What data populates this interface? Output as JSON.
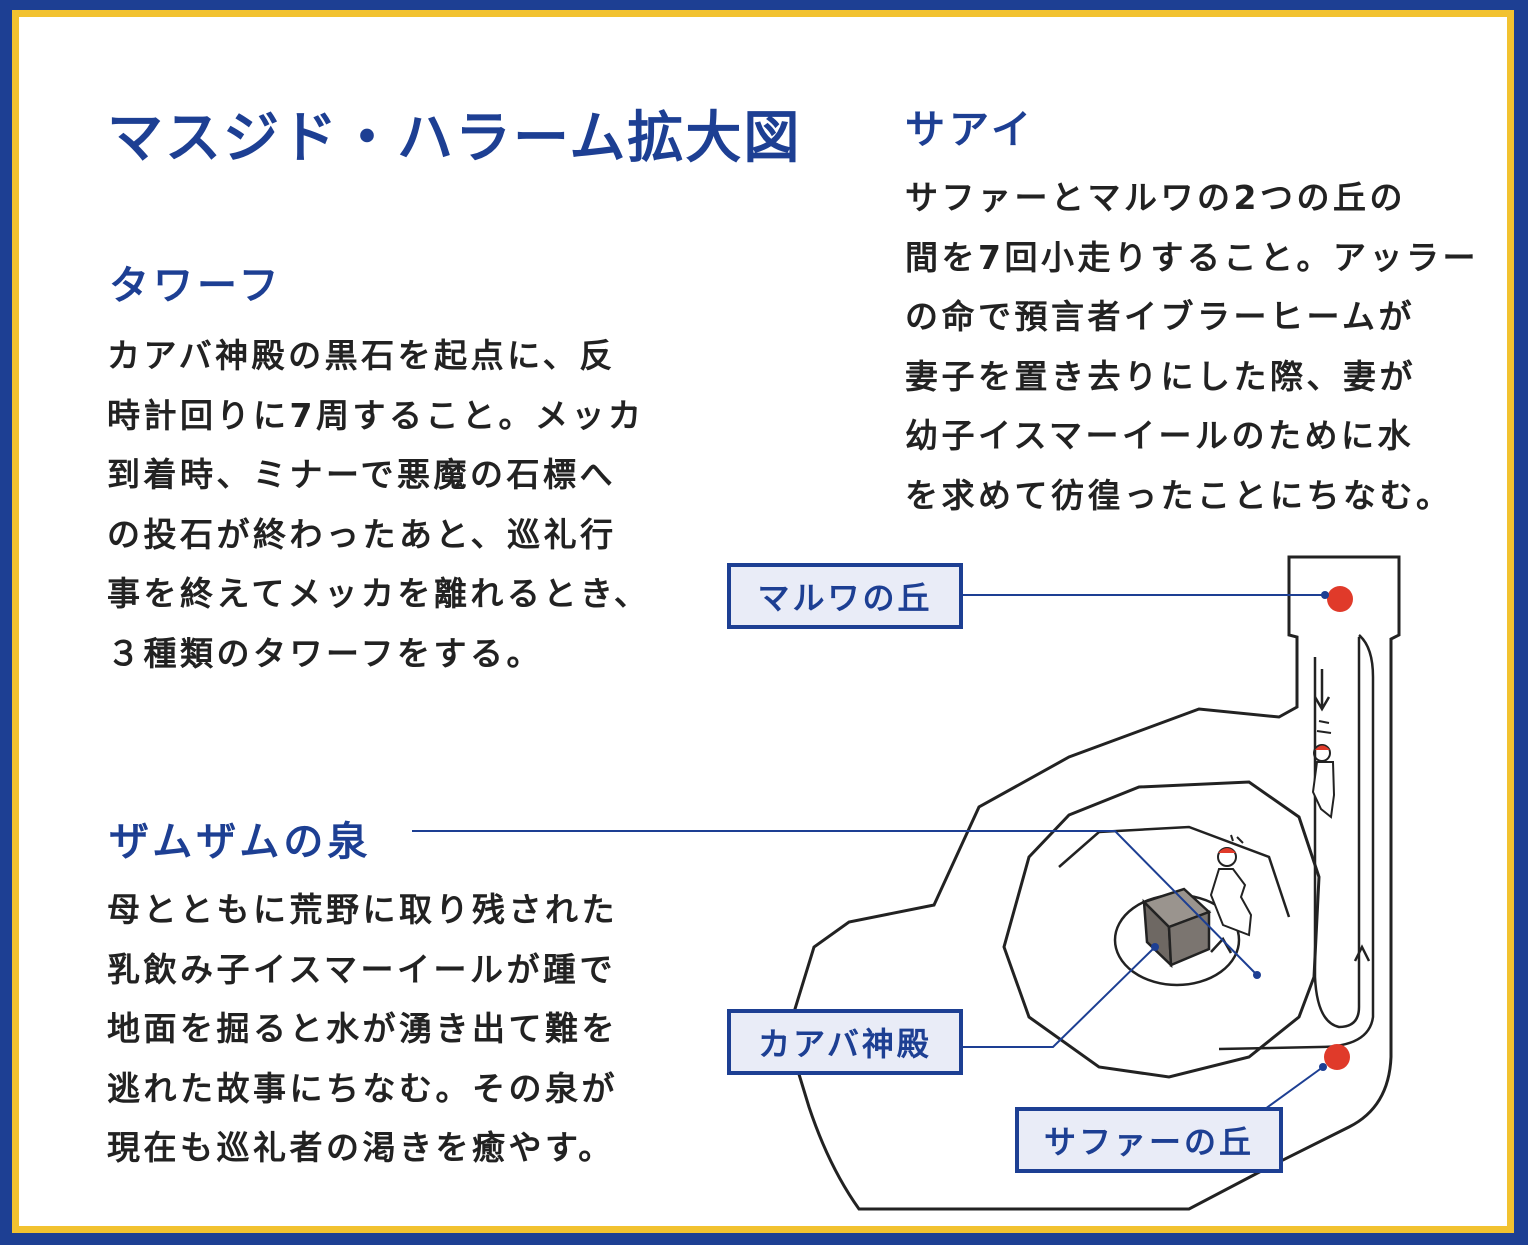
{
  "title": "マスジド・ハラーム拡大図",
  "tawaf": {
    "heading": "タワーフ",
    "lines": [
      "カアバ神殿の黒石を起点に、反",
      "時計回りに7周すること。メッカ",
      "到着時、ミナーで悪魔の石標へ",
      "の投石が終わったあと、巡礼行",
      "事を終えてメッカを離れるとき、",
      "３種類のタワーフをする。"
    ]
  },
  "sai": {
    "heading": "サアイ",
    "lines": [
      "サファーとマルワの2つの丘の",
      "間を7回小走りすること。アッラー",
      "の命で預言者イブラーヒームが",
      "妻子を置き去りにした際、妻が",
      "幼子イスマーイールのために水",
      "を求めて彷徨ったことにちなむ。"
    ]
  },
  "zamzam": {
    "heading": "ザムザムの泉",
    "lines": [
      "母とともに荒野に取り残された",
      "乳飲み子イスマーイールが踵で",
      "地面を掘ると水が湧き出て難を",
      "逃れた故事にちなむ。その泉が",
      "現在も巡礼者の渇きを癒やす。"
    ]
  },
  "labels": {
    "marwa": "マルワの丘",
    "kaaba": "カアバ神殿",
    "safa": "サファーの丘"
  },
  "colors": {
    "accent": "#1d3f93",
    "gold": "#f2c230",
    "hill": "#e03a2a",
    "kaaba": "#7b7570"
  }
}
